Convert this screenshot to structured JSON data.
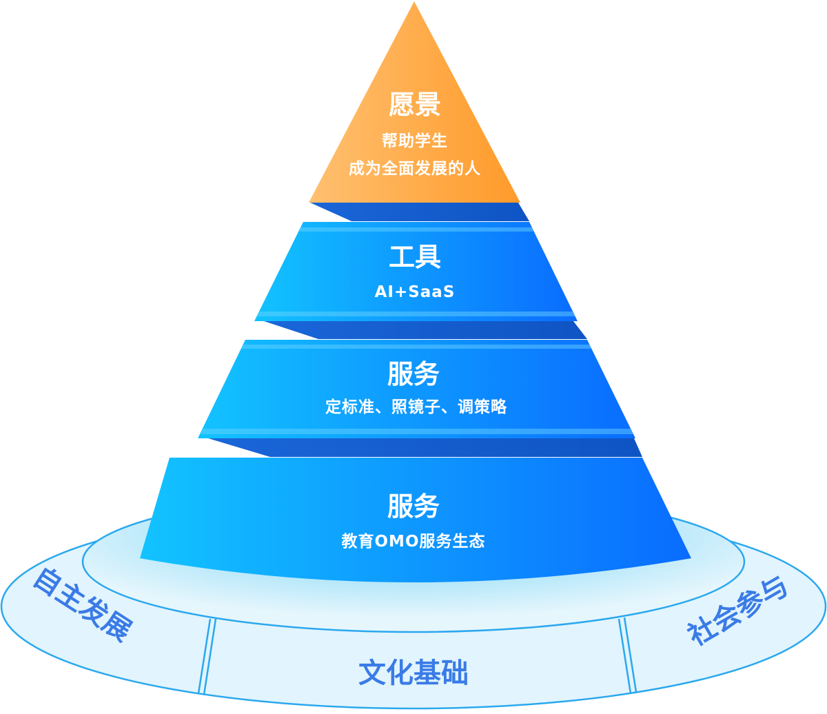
{
  "pyramid": {
    "tiers": [
      {
        "title": "愿景",
        "lines": [
          "帮助学生",
          "成为全面发展的人"
        ]
      },
      {
        "title": "工具",
        "lines": [
          "AI+SaaS"
        ]
      },
      {
        "title": "服务",
        "lines": [
          "定标准、照镜子、调策略"
        ]
      },
      {
        "title": "服务",
        "lines": [
          "教育OMO服务生态"
        ]
      }
    ]
  },
  "base_ring": {
    "left_label": "自主发展",
    "center_label": "文化基础",
    "right_label": "社会参与"
  },
  "colors": {
    "vision_light": "#ffc070",
    "vision_dark": "#ff9a2a",
    "tier_light": "#12c3ff",
    "tier_dark": "#0a6cff",
    "slab_top": "#1f6fe0",
    "ring_fill": "#dff3fd",
    "ring_stroke": "#27a9ee",
    "ring_text": "#3a7be6"
  }
}
